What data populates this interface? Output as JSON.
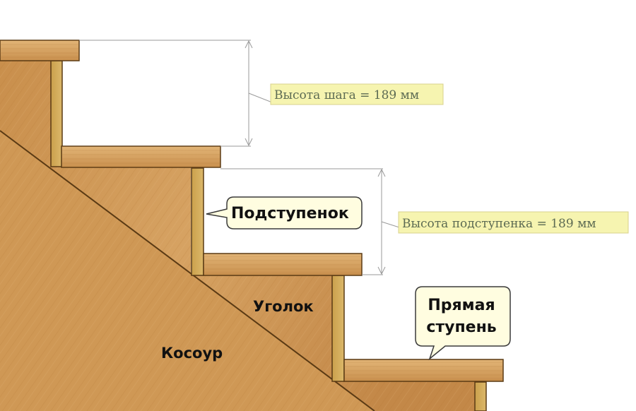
{
  "labels": {
    "step_height": "Высота шага = 189 мм",
    "riser_height": "Высота подступенка = 189 мм",
    "riser": "Подступенок",
    "straight_step_line1": "Прямая",
    "straight_step_line2": "ступень",
    "angle": "Уголок",
    "stringer": "Косоур"
  },
  "colors": {
    "wood_light": "#d6a262",
    "wood_mid": "#c58c4a",
    "wood_dark": "#b47634",
    "edge": "#5a3a14",
    "callout_fill": "#fffde0",
    "label_fill": "#f6f4b0",
    "dimension_line": "#9a9a9a"
  }
}
